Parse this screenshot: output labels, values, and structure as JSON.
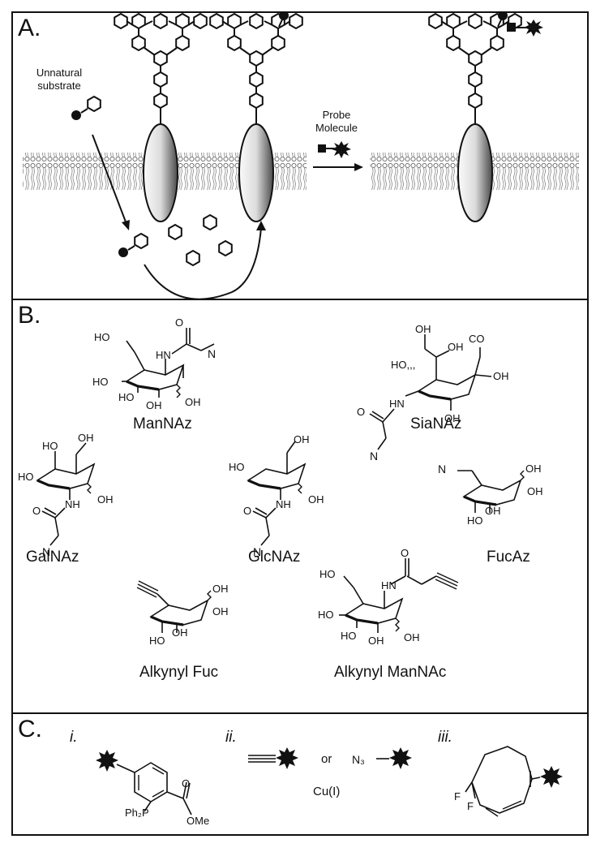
{
  "panel_a": {
    "label": "A.",
    "unnatural_substrate": [
      "Unnatural",
      "substrate"
    ],
    "probe_molecule": [
      "Probe",
      "Molecule"
    ]
  },
  "panel_b": {
    "label": "B.",
    "molecules": [
      "ManNAz",
      "SiaNAz",
      "GalNAz",
      "GlcNAz",
      "FucAz",
      "Alkynyl Fuc",
      "Alkynyl ManNAc"
    ],
    "atoms": {
      "oh": "OH",
      "ho": "HO",
      "hn": "HN",
      "nh": "NH",
      "n3": "N",
      "o": "O",
      "co2": "CO",
      "ho_dots": "HO,,,"
    }
  },
  "panel_c": {
    "label": "C.",
    "items": [
      "i.",
      "ii.",
      "iii."
    ],
    "or": "or",
    "catalyst": "Cu(I)",
    "ph2p": "Ph₂P",
    "ome": "OMe",
    "n3": "N₃",
    "f": "F"
  },
  "colors": {
    "ink": "#111111",
    "membrane": "#9a9a9a",
    "protein_dark": "#5a5a5a"
  }
}
